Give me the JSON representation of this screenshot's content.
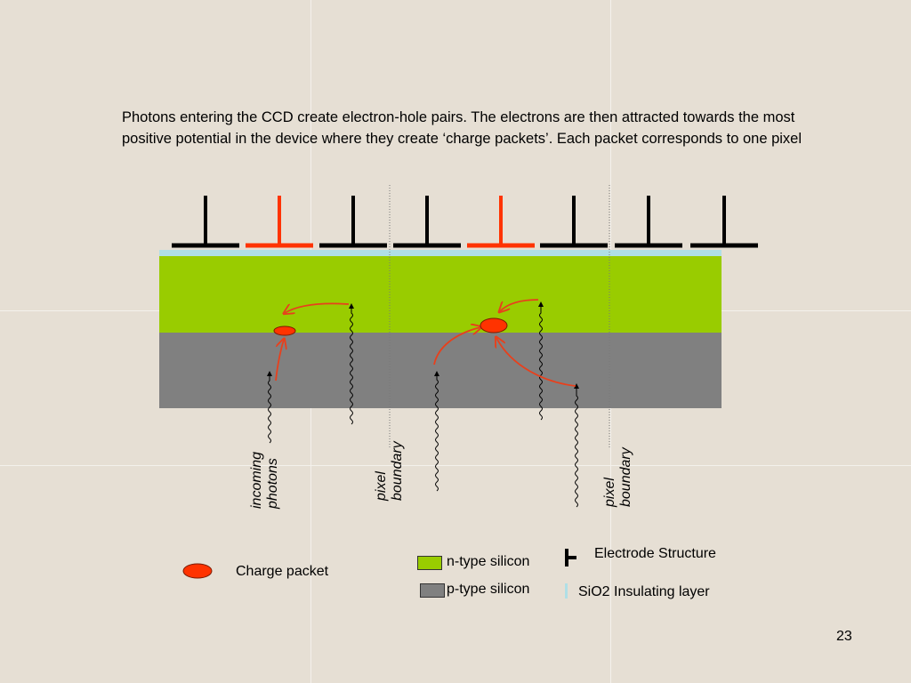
{
  "intro_text": "Photons entering the CCD create electron-hole pairs. The electrons are then attracted towards the most positive potential in the device where they create ‘charge packets’. Each packet corresponds to one pixel",
  "labels": {
    "incoming_line1": "incoming",
    "incoming_line2": "photons",
    "pixel_boundary_1_line1": "pixel",
    "pixel_boundary_1_line2": "boundary",
    "pixel_boundary_2_line1": "pixel",
    "pixel_boundary_2_line2": "boundary"
  },
  "legend": {
    "charge_packet": "Charge packet",
    "n_type": "n-type silicon",
    "p_type": "p-type silicon",
    "electrode": "Electrode Structure",
    "sio2": "SiO2 Insulating layer"
  },
  "page_number": "23",
  "colors": {
    "n_type": "#99cc00",
    "p_type": "#808080",
    "sio2": "#b0dfe6",
    "electrode_off": "#000000",
    "electrode_on": "#ff3300",
    "charge_packet": "#ff3300"
  },
  "electrodes": [
    {
      "active": false
    },
    {
      "active": true
    },
    {
      "active": false
    },
    {
      "active": false
    },
    {
      "active": true
    },
    {
      "active": false
    },
    {
      "active": false
    },
    {
      "active": false
    }
  ]
}
